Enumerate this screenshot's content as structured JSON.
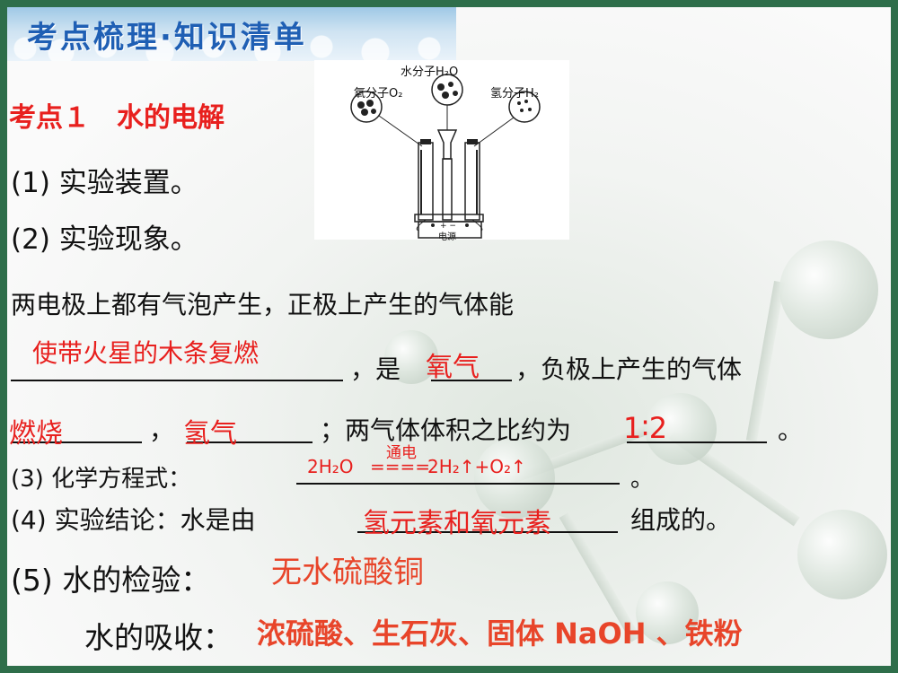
{
  "title": "考点梳理·知识清单",
  "heading": "考点１　水的电解",
  "diagram": {
    "water_label": "水分子H₂O",
    "oxygen_label": "氧分子O₂",
    "hydrogen_label": "氢分子H₂",
    "power_label": "电源",
    "power_sign": "+ −"
  },
  "items": {
    "item1": "(1) 实验装置。",
    "item2": "(2) 实验现象。",
    "para_line1": "两电极上都有气泡产生，正极上产生的气体能",
    "ans_fire": "使带火星的木条复燃",
    "line2_is": "，是",
    "ans_oxygen": "氧气",
    "line2_rest": "，负极上产生的气体",
    "ans_burn": "燃烧",
    "line3_sep": "，",
    "ans_hydrogen": "氢气",
    "line3_mid": "；两气体体积之比约为",
    "ans_ratio": "1∶2",
    "line3_end": "。",
    "item3": "(3) 化学方程式：",
    "eq_left": "2H₂O",
    "eq_arrow": "====",
    "eq_condition": "通电",
    "eq_right": "2H₂↑+O₂↑",
    "item3_end": "。",
    "item4": "(4) 实验结论：水是由",
    "ans_elements": "氢元素和氧元素",
    "item4_end": "组成的。",
    "item5": "(5) 水的检验：",
    "ans_test": "无水硫酸铜",
    "absorb_label": "水的吸收：",
    "ans_absorb": "浓硫酸、生石灰、固体 NaOH 、铁粉"
  },
  "colors": {
    "frame": "#2e6e4a",
    "title": "#1f5fb4",
    "answer": "#e8201e"
  }
}
